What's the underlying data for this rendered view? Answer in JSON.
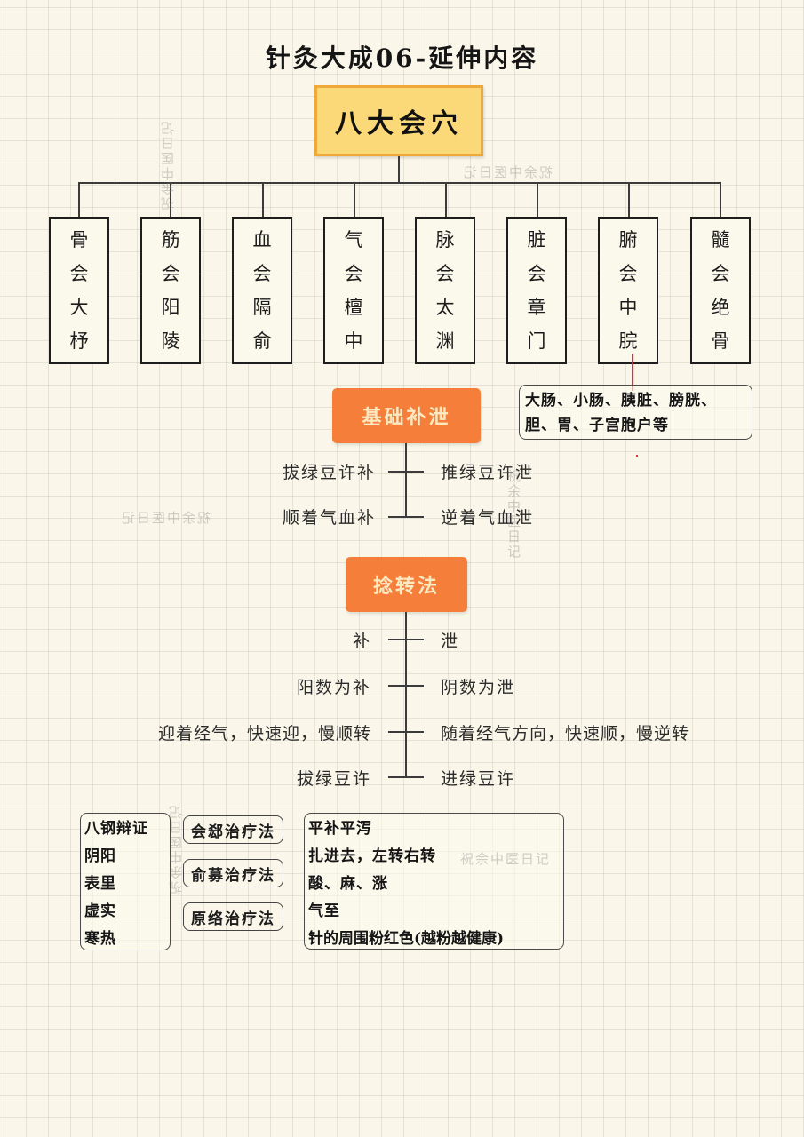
{
  "title": "针灸大成06-延伸内容",
  "root": {
    "label": "八大会穴"
  },
  "hui_points": [
    {
      "chars": [
        "骨",
        "会",
        "大",
        "杼"
      ]
    },
    {
      "chars": [
        "筋",
        "会",
        "阳",
        "陵"
      ]
    },
    {
      "chars": [
        "血",
        "会",
        "隔",
        "俞"
      ]
    },
    {
      "chars": [
        "气",
        "会",
        "檀",
        "中"
      ]
    },
    {
      "chars": [
        "脉",
        "会",
        "太",
        "渊"
      ]
    },
    {
      "chars": [
        "脏",
        "会",
        "章",
        "门"
      ]
    },
    {
      "chars": [
        "腑",
        "会",
        "中",
        "脘"
      ]
    },
    {
      "chars": [
        "髓",
        "会",
        "绝",
        "骨"
      ]
    }
  ],
  "fu_note": {
    "line1": "大肠、小肠、胰脏、膀胱、",
    "line2": "胆、胃、子宫胞户等"
  },
  "basic_tonify": {
    "label": "基础补泄",
    "rows": [
      {
        "left": "拔绿豆许补",
        "right": "推绿豆许泄"
      },
      {
        "left": "顺着气血补",
        "right": "逆着气血泄"
      }
    ]
  },
  "twirl_method": {
    "label": "捻转法",
    "rows": [
      {
        "left": "补",
        "right": "泄"
      },
      {
        "left": "阳数为补",
        "right": "阴数为泄"
      },
      {
        "left": "迎着经气，快速迎，慢顺转",
        "right": "随着经气方向，快速顺，慢逆转"
      },
      {
        "left": "拔绿豆许",
        "right": "进绿豆许"
      }
    ]
  },
  "eight_principles": {
    "items": [
      "八钢辩证",
      "阴阳",
      "表里",
      "虚实",
      "寒热"
    ]
  },
  "therapies": [
    "会郄治疗法",
    "俞募治疗法",
    "原络治疗法"
  ],
  "needling_notes": {
    "items": [
      "平补平泻",
      "扎进去，左转右转",
      "酸、麻、涨",
      "气至",
      "针的周围粉红色(越粉越健康)"
    ]
  },
  "watermark": "祝余中医日记",
  "colors": {
    "background": "#faf7ea",
    "root_fill": "#fbd978",
    "root_border": "#f0a838",
    "orange": "#f57f3a",
    "orange_text": "#fbe9c2",
    "red_connector": "#d9303a"
  }
}
